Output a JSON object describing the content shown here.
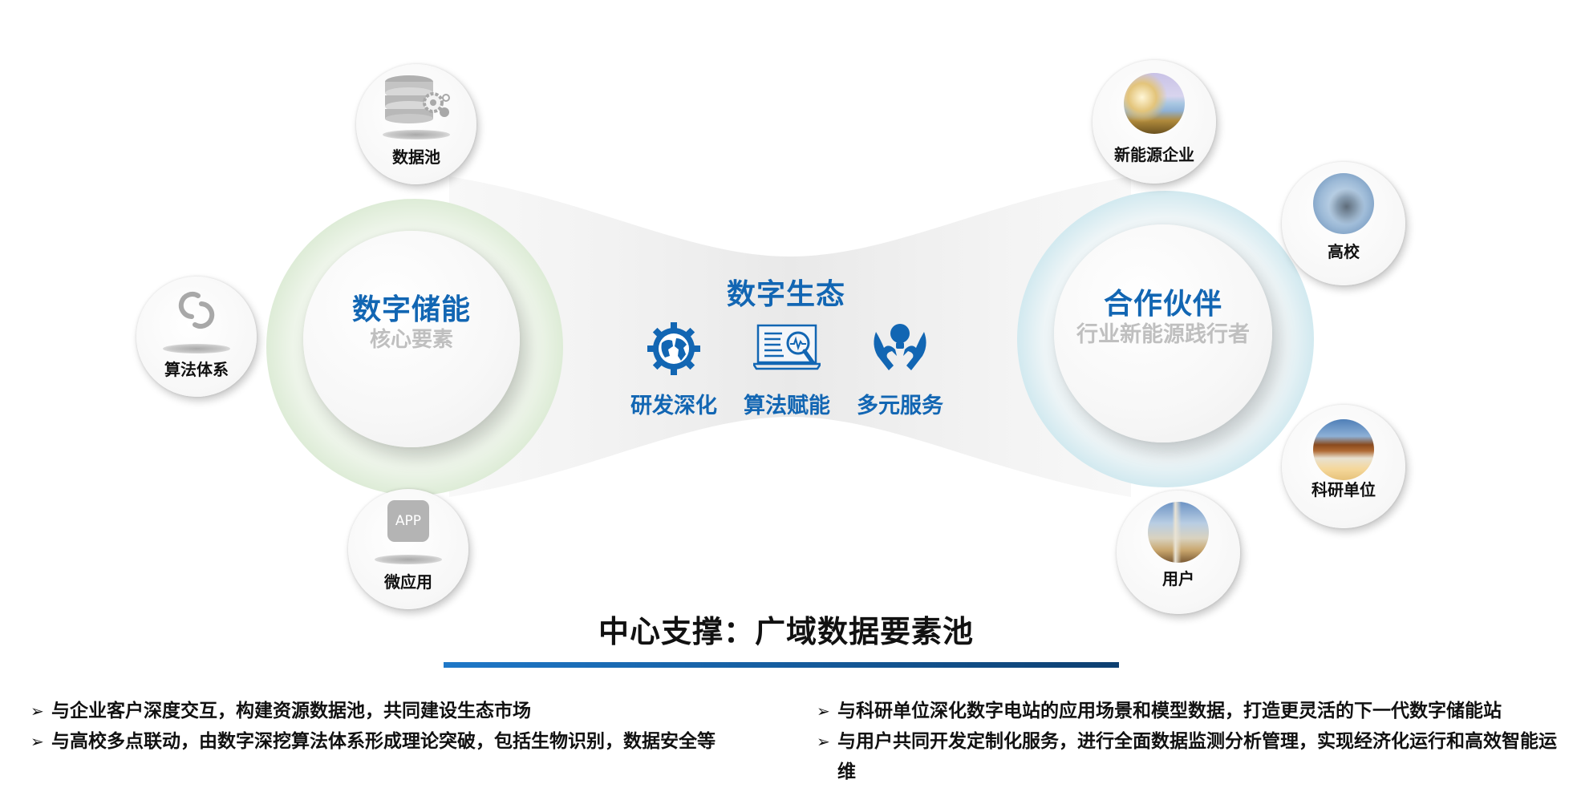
{
  "core": {
    "title": "数字储能",
    "subtitle": "核心要素",
    "satellites": [
      {
        "label": "数据池",
        "icon": "database-gear-icon"
      },
      {
        "label": "算法体系",
        "icon": "algorithm-loop-icon"
      },
      {
        "label": "微应用",
        "icon": "app-icon",
        "icon_text": "APP"
      }
    ]
  },
  "ecosystem": {
    "title": "数字生态",
    "items": [
      {
        "label": "研发深化",
        "icon": "globe-gear-icon"
      },
      {
        "label": "算法赋能",
        "icon": "laptop-analytics-icon"
      },
      {
        "label": "多元服务",
        "icon": "hands-lightbulb-icon"
      }
    ]
  },
  "partners": {
    "title": "合作伙伴",
    "subtitle": "行业新能源践行者",
    "satellites": [
      {
        "label": "新能源企业",
        "icon": "solar-field-photo"
      },
      {
        "label": "高校",
        "icon": "robot-hand-photo"
      },
      {
        "label": "科研单位",
        "icon": "handshake-photo"
      },
      {
        "label": "用户",
        "icon": "city-skyline-photo"
      }
    ]
  },
  "support": {
    "title": "中心支撑：广域数据要素池"
  },
  "bullets_left": [
    "与企业客户深度交互，构建资源数据池，共同建设生态市场",
    "与高校多点联动，由数字深挖算法体系形成理论突破，包括生物识别，数据安全等"
  ],
  "bullets_right": [
    "与科研单位深化数字电站的应用场景和模型数据，打造更灵活的下一代数字储能站",
    "与用户共同开发定制化服务，进行全面数据监测分析管理，实现经济化运行和高效智能运维"
  ],
  "bullet_marker": "➢",
  "colors": {
    "accent_blue": "#1266b3",
    "subtitle_gray": "#bfbfbf",
    "halo_green": "#dcebd5",
    "halo_cyan": "#cfe8ef",
    "bar_start": "#1f78c8",
    "bar_end": "#0d3f70"
  }
}
